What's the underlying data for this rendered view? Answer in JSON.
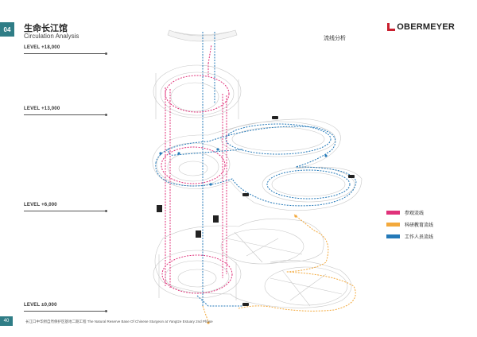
{
  "header": {
    "page_number": "04",
    "title_cn": "生命长江馆",
    "title_en": "Circulation Analysis",
    "logo_text": "OBERMEYER",
    "section_label": "流线分析"
  },
  "levels": [
    {
      "label": "LEVEL +18,000"
    },
    {
      "label": "LEVEL +13,000"
    },
    {
      "label": "LEVEL +6,000"
    },
    {
      "label": "LEVEL ±0,000"
    }
  ],
  "legend": [
    {
      "label": "参观流线",
      "color": "#e0327a"
    },
    {
      "label": "科研教育流线",
      "color": "#f3a93c"
    },
    {
      "label": "工作人员流线",
      "color": "#2479b8"
    }
  ],
  "footer": {
    "page_number": "40",
    "text": "长江口中华鲟自然保护区基地二期工程  The Natural Reserve Base Of Chinese Sturgeon at Yangtze Estuary 2nd Phase"
  },
  "colors": {
    "accent_teal": "#2f7d86",
    "logo_red": "#c9202f",
    "visitor": "#e0327a",
    "education": "#f3a93c",
    "staff": "#2479b8"
  }
}
